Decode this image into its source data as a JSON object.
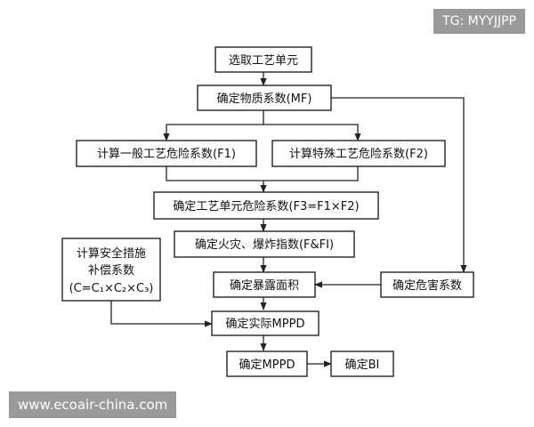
{
  "watermarks": {
    "top_right": "TG: MYYJJPP",
    "bottom_left": "www.ecoair-china.com"
  },
  "nodes": {
    "select_unit": "选取工艺单元",
    "material_factor": "确定物质系数(MF)",
    "general_hazard": "计算一般工艺危险系数(F1)",
    "special_hazard": "计算特殊工艺危险系数(F2)",
    "unit_hazard": "确定工艺单元危险系数(F3=F1×F2)",
    "fire_explosion_index": "确定火灾、爆炸指数(F&FI)",
    "exposure_area": "确定暴露面积",
    "damage_factor": "确定危害系数",
    "safety_credit_line1": "计算安全措施",
    "safety_credit_line2": "补偿系数",
    "safety_credit_line3": "(C=C₁×C₂×C₃)",
    "actual_mppd": "确定实际MPPD",
    "mppd": "确定MPPD",
    "bi": "确定BI"
  },
  "colors": {
    "stroke": "#222222",
    "background": "#ffffff",
    "watermark_bg": "#787878"
  }
}
